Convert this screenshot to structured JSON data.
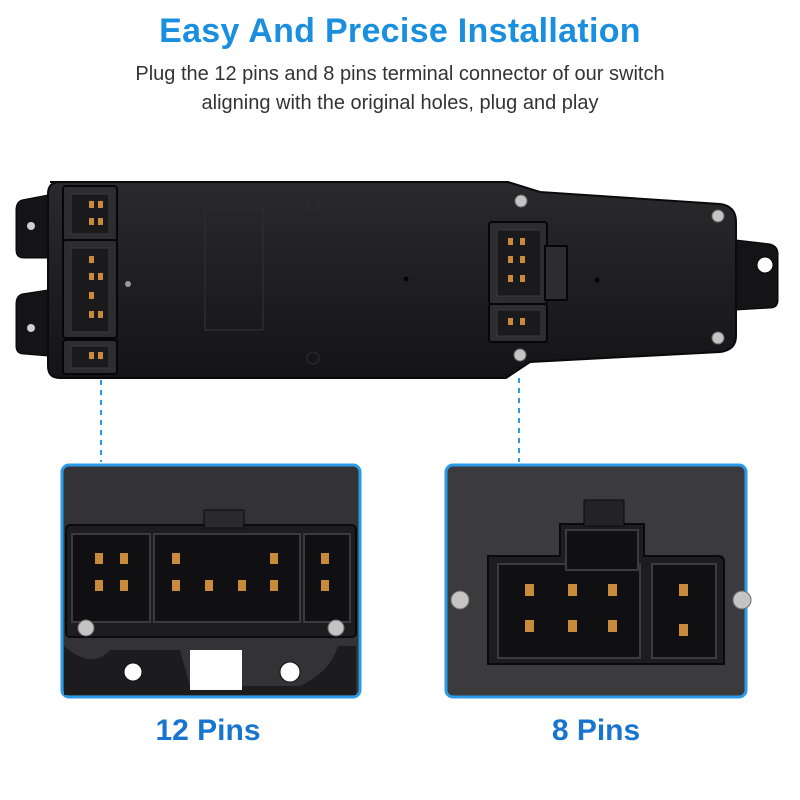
{
  "header": {
    "title": "Easy And Precise Installation",
    "subtitle_line1": "Plug the 12 pins and 8 pins terminal connector of our switch",
    "subtitle_line2": "aligning with the original holes, plug and play"
  },
  "captions": {
    "left": "12 Pins",
    "right": "8 Pins"
  },
  "colors": {
    "accent": "#1a8fe0",
    "caption": "#1875cf",
    "frame": "#2b9be8",
    "housing": "#1c1c1e",
    "housing_edge": "#0c0c0d",
    "pin": "#c98a3c",
    "screw": "#bdbdbd"
  }
}
